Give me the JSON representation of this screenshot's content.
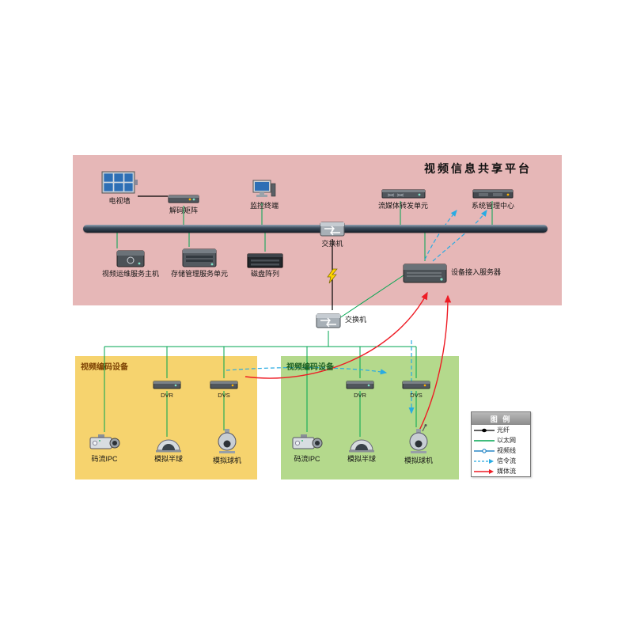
{
  "platform": {
    "title": "视频信息共享平台",
    "tv_wall": "电视墙",
    "decoder_matrix": "解码矩阵",
    "monitor_terminal": "监控终端",
    "stream_forward_unit": "流媒体转发单元",
    "system_mgmt_center": "系统管理中心",
    "video_ops_host": "视频运维服务主机",
    "storage_mgmt_unit": "存储管理服务单元",
    "disk_array": "磁盘阵列",
    "switch_top": "交换机",
    "switch_mid": "交换机",
    "access_server": "设备接入服务器"
  },
  "zone_left": {
    "title": "视频编码设备",
    "dvr": "DVR",
    "dvs": "DVS",
    "ipc": "码流IPC",
    "dome": "模拟半球",
    "ptz": "模拟球机"
  },
  "zone_right": {
    "title": "视频编码设备",
    "dvr": "DVR",
    "dvs": "DVS",
    "ipc": "码流IPC",
    "dome": "模拟半球",
    "ptz": "模拟球机"
  },
  "legend": {
    "title": "图 例",
    "items": [
      {
        "label": "光纤"
      },
      {
        "label": "以太网"
      },
      {
        "label": "视频线"
      },
      {
        "label": "信令流"
      },
      {
        "label": "媒体流"
      }
    ]
  },
  "colors": {
    "platform_bg": "#e6b7b7",
    "zone_left_bg": "#f6d36e",
    "zone_right_bg": "#b4d98c",
    "zone_left_title": "#7b3f00",
    "zone_right_title": "#1b5e20",
    "fiber": "#000000",
    "ethernet": "#00a650",
    "video": "#0072bc",
    "signal": "#29abe2",
    "media": "#ee1c25"
  }
}
